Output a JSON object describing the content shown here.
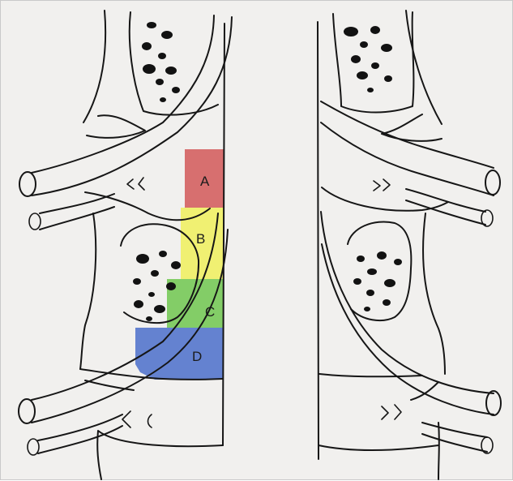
{
  "figure": {
    "zones": [
      {
        "label": "A",
        "color": "#cf4a4c"
      },
      {
        "label": "B",
        "color": "#eff050"
      },
      {
        "label": "C",
        "color": "#64c341"
      },
      {
        "label": "D",
        "color": "#3c63c8"
      }
    ],
    "background": "#f1f0ee",
    "ink": "#161616"
  }
}
